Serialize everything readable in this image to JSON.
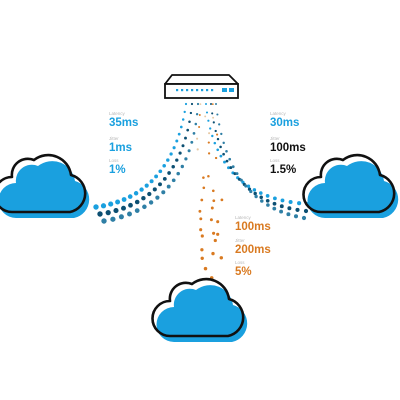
{
  "colors": {
    "blue": "#1aa0df",
    "navy": "#0c4f72",
    "teal": "#2f7fa5",
    "orange": "#d97a21",
    "black": "#111111",
    "label_gray": "#b8b8b8"
  },
  "links": {
    "left": {
      "latency": {
        "label": "Latency",
        "value": "35ms"
      },
      "jitter": {
        "label": "Jitter",
        "value": "1ms"
      },
      "loss": {
        "label": "Loss",
        "value": "1%"
      }
    },
    "right": {
      "latency": {
        "label": "Latency",
        "value": "30ms"
      },
      "jitter": {
        "label": "Jitter",
        "value": "100ms"
      },
      "loss": {
        "label": "Loss",
        "value": "1.5%"
      }
    },
    "bottom": {
      "latency": {
        "label": "Latency",
        "value": "100ms"
      },
      "jitter": {
        "label": "Jitter",
        "value": "200ms"
      },
      "loss": {
        "label": "Loss",
        "value": "5%"
      }
    }
  }
}
